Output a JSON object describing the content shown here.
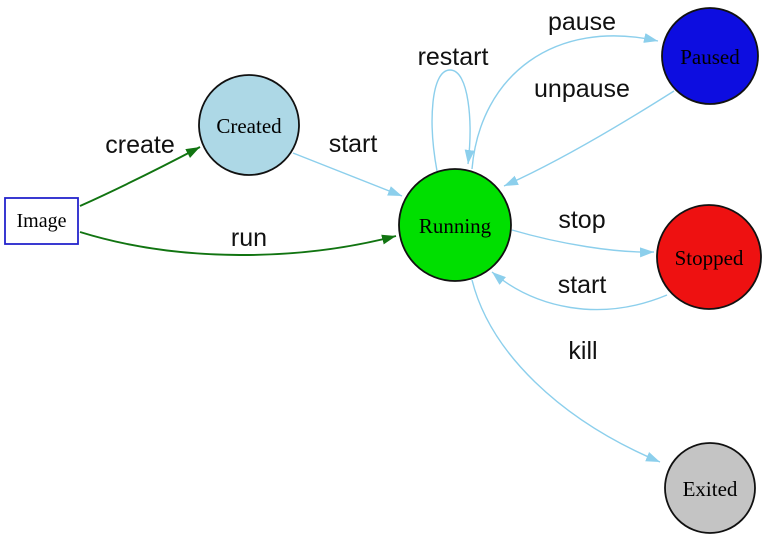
{
  "canvas": {
    "background": "#ffffff"
  },
  "diagram": {
    "type": "state-diagram",
    "nodes": [
      {
        "id": "image",
        "label": "Image",
        "shape": "rectangle",
        "fill": "#ffffff",
        "stroke": "#2424cc"
      },
      {
        "id": "created",
        "label": "Created",
        "shape": "circle",
        "fill": "#add8e6",
        "stroke": "#111111"
      },
      {
        "id": "running",
        "label": "Running",
        "shape": "circle",
        "fill": "#00df00",
        "stroke": "#111111"
      },
      {
        "id": "paused",
        "label": "Paused",
        "shape": "circle",
        "fill": "#0d0de0",
        "stroke": "#111111"
      },
      {
        "id": "stopped",
        "label": "Stopped",
        "shape": "circle",
        "fill": "#ee1111",
        "stroke": "#111111"
      },
      {
        "id": "exited",
        "label": "Exited",
        "shape": "circle",
        "fill": "#c4c4c4",
        "stroke": "#111111"
      }
    ],
    "edges": [
      {
        "label": "create",
        "from": "Image",
        "to": "Created",
        "color": "#117411"
      },
      {
        "label": "run",
        "from": "Image",
        "to": "Running",
        "color": "#117411"
      },
      {
        "label": "start",
        "from": "Created",
        "to": "Running",
        "color": "#8ccfec"
      },
      {
        "label": "restart",
        "from": "Running",
        "to": "Running",
        "color": "#8ccfec"
      },
      {
        "label": "pause",
        "from": "Running",
        "to": "Paused",
        "color": "#8ccfec"
      },
      {
        "label": "unpause",
        "from": "Paused",
        "to": "Running",
        "color": "#8ccfec"
      },
      {
        "label": "stop",
        "from": "Running",
        "to": "Stopped",
        "color": "#8ccfec"
      },
      {
        "label": "start",
        "from": "Stopped",
        "to": "Running",
        "color": "#8ccfec"
      },
      {
        "label": "kill",
        "from": "Running",
        "to": "Exited",
        "color": "#8ccfec"
      }
    ]
  }
}
